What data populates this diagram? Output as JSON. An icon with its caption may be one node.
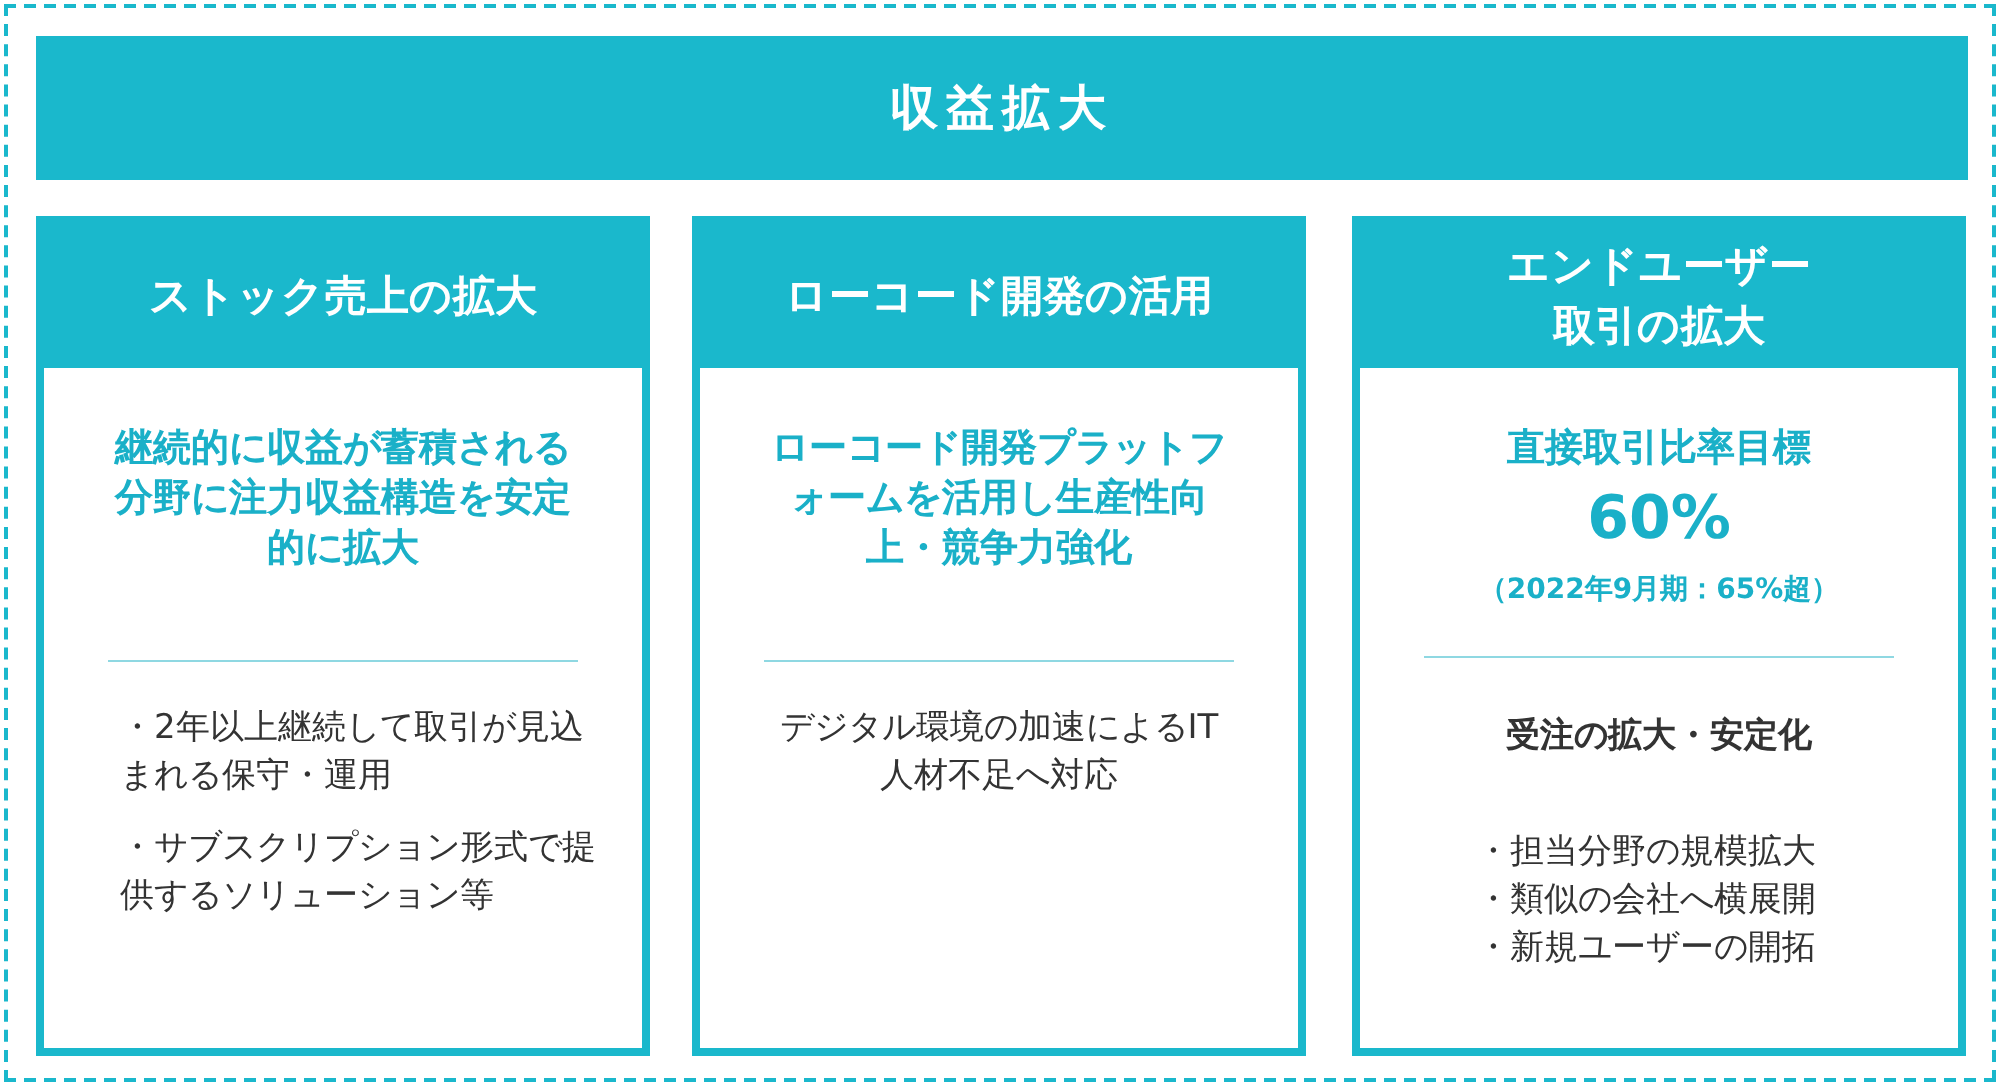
{
  "diagram": {
    "nodes": [
      {
        "text": [
          "収益拡大"
        ]
      },
      {
        "text": [
          "ストック売上の拡大",
          "継続的に収益が蓄積される分野に注力収益構造を安定的に拡大",
          "・2年以上継続して取引が見込まれる保守・運用",
          "・サブスクリプション形式で提供するソリューション等"
        ]
      },
      {
        "text": [
          "ローコード開発の活用",
          "ローコード開発プラットフォームを活用し生産性向上・競争力強化",
          "デジタル環境の加速によるIT人材不足へ対応"
        ]
      },
      {
        "text": [
          "エンドユーザー取引の拡大",
          "直接取引比率目標",
          "60%",
          "（2022年9月期：65%超）",
          "受注の拡大・安定化",
          "・担当分野の規模拡大",
          "・類似の会社へ横展開",
          "・新規ユーザーの開拓"
        ]
      }
    ],
    "edges": []
  }
}
